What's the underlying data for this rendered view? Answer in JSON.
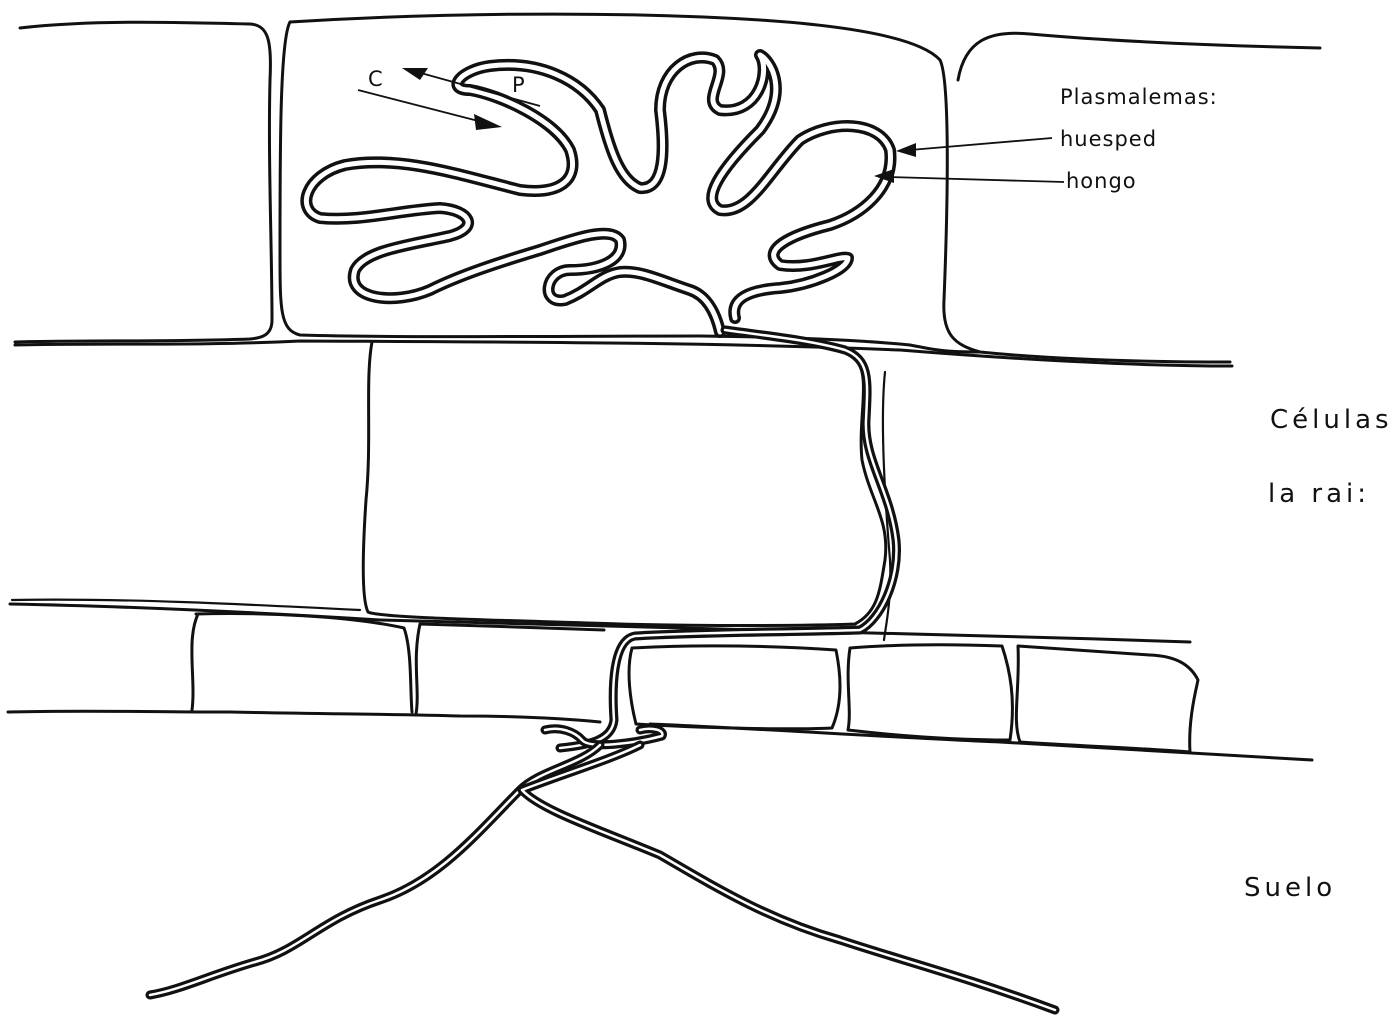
{
  "labels": {
    "c": "C",
    "p": "P",
    "plasmalemmas": "Plasmalemas:",
    "host": "huesped",
    "fungus": "hongo",
    "root_cells_line1": "Células",
    "root_cells_line2": "la rai:",
    "soil": "Suelo"
  }
}
